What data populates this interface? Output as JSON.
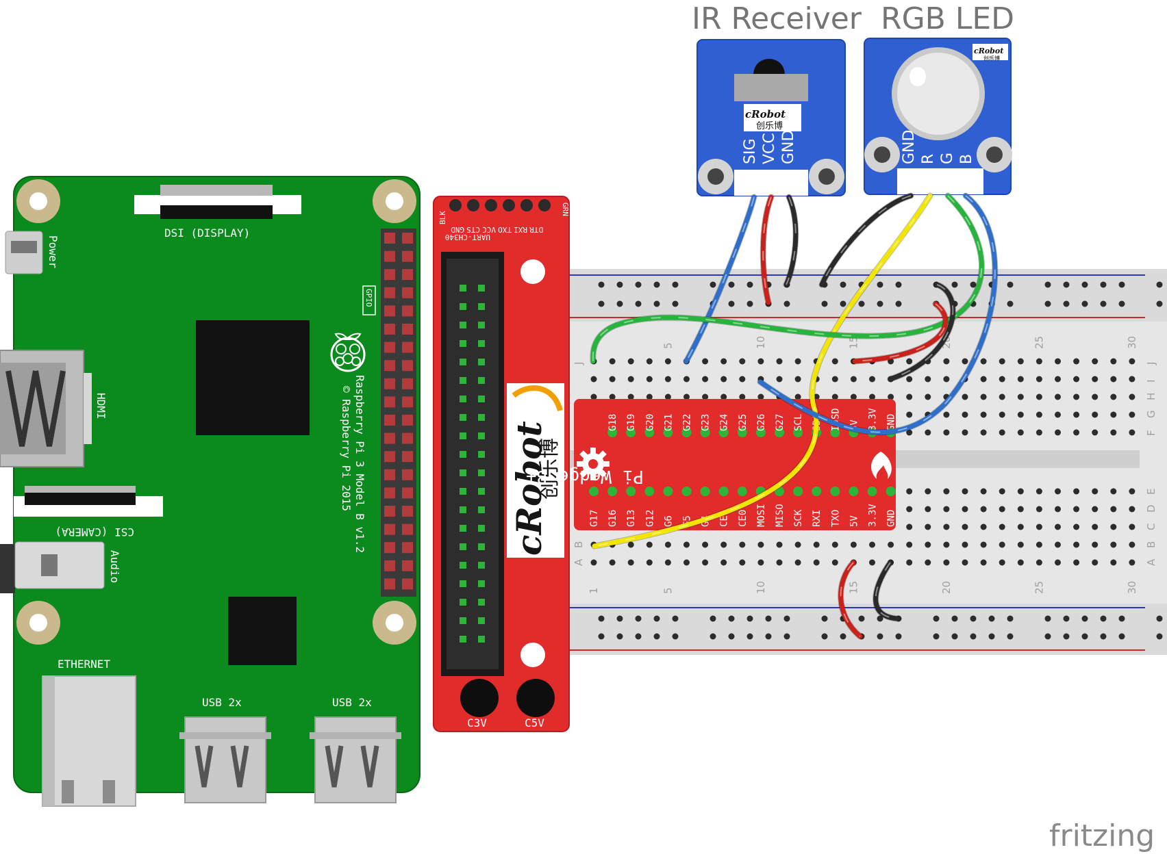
{
  "modules": {
    "ir_receiver": {
      "title": "IR Receiver",
      "pins": [
        "SIG",
        "VCC",
        "GND"
      ],
      "logo": "cRobot",
      "logo_cn": "创乐博"
    },
    "rgb_led": {
      "title": "RGB LED",
      "pins": [
        "GND",
        "R",
        "G",
        "B"
      ],
      "logo": "cRobot",
      "logo_cn": "创乐博"
    }
  },
  "raspberry_pi": {
    "dsi": "DSI (DISPLAY)",
    "power": "Power",
    "gpio": "GPIO",
    "hdmi": "HDMI",
    "csi": "CSI (CAMERA)",
    "audio": "Audio",
    "ethernet": "ETHERNET",
    "usb1": "USB 2x",
    "usb2": "USB 2x",
    "model": "Raspberry Pi 3 Model B v1.2",
    "copyright": "© Raspberry Pi 2015"
  },
  "adapter": {
    "uart_pins": [
      "BLK",
      "GND",
      "CTS",
      "VCC",
      "TXO",
      "RXI",
      "DTR",
      "GRN"
    ],
    "uart_label": "UART-CH340",
    "logo": "cRobot",
    "logo_cn": "创乐博",
    "c3v": "C3V",
    "c5v": "C5V"
  },
  "wedge": {
    "title": "Pi Wedge B+",
    "top_pins": [
      "G18",
      "G19",
      "G20",
      "G21",
      "G22",
      "G23",
      "G24",
      "G25",
      "G26",
      "G27",
      "SCL",
      "SDA",
      "IDSD",
      "5V",
      "3.3V",
      "GND"
    ],
    "bottom_pins": [
      "G17",
      "G16",
      "G13",
      "G12",
      "G6",
      "G5",
      "G4",
      "CE1",
      "CE0",
      "MOSI",
      "MISO",
      "SCK",
      "RXI",
      "TXO",
      "5V",
      "3.3V",
      "GND"
    ]
  },
  "breadboard": {
    "col_numbers_top": [
      "5",
      "10",
      "15",
      "20",
      "25",
      "30"
    ],
    "col_numbers_bottom": [
      "1",
      "5",
      "10",
      "15",
      "20",
      "25",
      "30"
    ],
    "rows_top": [
      "J",
      "I",
      "H",
      "G",
      "F"
    ],
    "rows_bottom": [
      "E",
      "D",
      "C",
      "B",
      "A"
    ]
  },
  "wire_colors": {
    "blue": "#2f6fc9",
    "red": "#c8221b",
    "black": "#2a2a2a",
    "yellow": "#f2e600",
    "green": "#27b43c"
  },
  "watermark": "fritzing"
}
